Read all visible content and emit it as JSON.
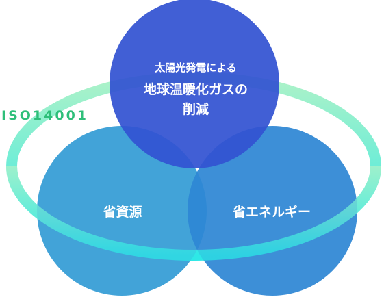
{
  "ring": {
    "label": "ISO14001",
    "label_color": "#2fbf7a",
    "gradient_top": "#aef2c8",
    "gradient_bottom": "#2ee8e6"
  },
  "circles": {
    "top": {
      "line1": "太陽光発電による",
      "line2": "地球温暖化ガスの",
      "line3": "削減",
      "color": "#3353d2"
    },
    "left": {
      "label": "省資源",
      "color": "#3a9fd6"
    },
    "right": {
      "label": "省エネルギー",
      "color": "#2e86d4"
    }
  }
}
